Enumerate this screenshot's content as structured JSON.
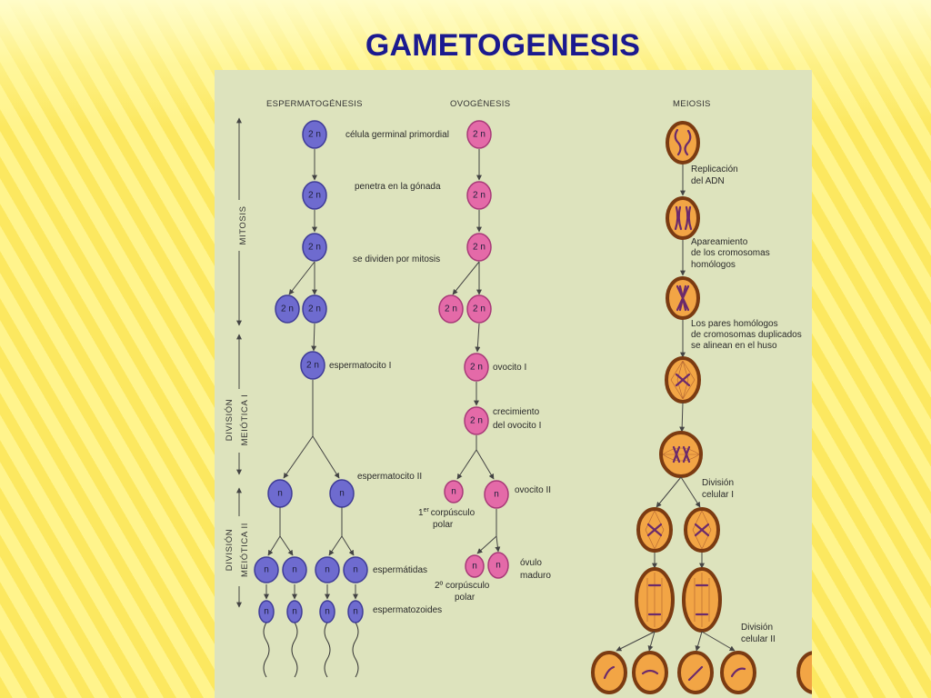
{
  "slide": {
    "title": "GAMETOGENESIS"
  },
  "colors": {
    "title": "#1b1a8f",
    "background": "#fff48c",
    "panel": "#dde3bd",
    "sperm_cell": "#6e6bcf",
    "oocyte_cell": "#e46aa8",
    "meiosis_cell": "#f2a545",
    "meiosis_ring": "#7b3b12"
  },
  "diagram": {
    "headers": {
      "spermatogenesis": "ESPERMATOGÉNESIS",
      "oogenesis": "OVOGÉNESIS",
      "meiosis": "MEIOSIS"
    },
    "phases": {
      "mitosis": "MITOSIS",
      "meiotic_1": {
        "line1": "DIVISIÓN",
        "line2": "MEIÓTICA I"
      },
      "meiotic_2": {
        "line1": "DIVISIÓN",
        "line2": "MEIÓTICA II"
      }
    },
    "ploidy": {
      "diploid": "2 n",
      "haploid": "n"
    },
    "spermatogenesis": {
      "primordial": "célula germinal primordial",
      "gonad": "penetra en la gónada",
      "mitosis": "se dividen por mitosis",
      "spermatocyte_1": "espermatocito I",
      "spermatocyte_2": "espermatocito II",
      "spermatids": "espermátidas",
      "spermatozoa": "espermatozoides"
    },
    "oogenesis": {
      "oocyte_1": "ovocito I",
      "growth": {
        "line1": "crecimiento",
        "line2": "del ovocito I"
      },
      "oocyte_2": "ovocito II",
      "first_polar_body": {
        "ordinal": "1",
        "suffix": "er",
        "word": "corpúsculo",
        "line2": "polar"
      },
      "mature_ovum": {
        "line1": "óvulo",
        "line2": "maduro"
      },
      "second_polar_body": {
        "line1": "2º corpúsculo",
        "line2": "polar"
      }
    },
    "meiosis": {
      "replication": {
        "line1": "Replicación",
        "line2": "del ADN"
      },
      "pairing": [
        "Apareamiento",
        "de los cromosomas",
        "homólogos"
      ],
      "alignment": [
        "Los pares homólogos",
        "de cromosomas duplicados",
        "se alinean en el huso"
      ],
      "division_1": {
        "line1": "División",
        "line2": "celular I"
      },
      "division_2": {
        "line1": "División",
        "line2": "celular II"
      }
    }
  }
}
